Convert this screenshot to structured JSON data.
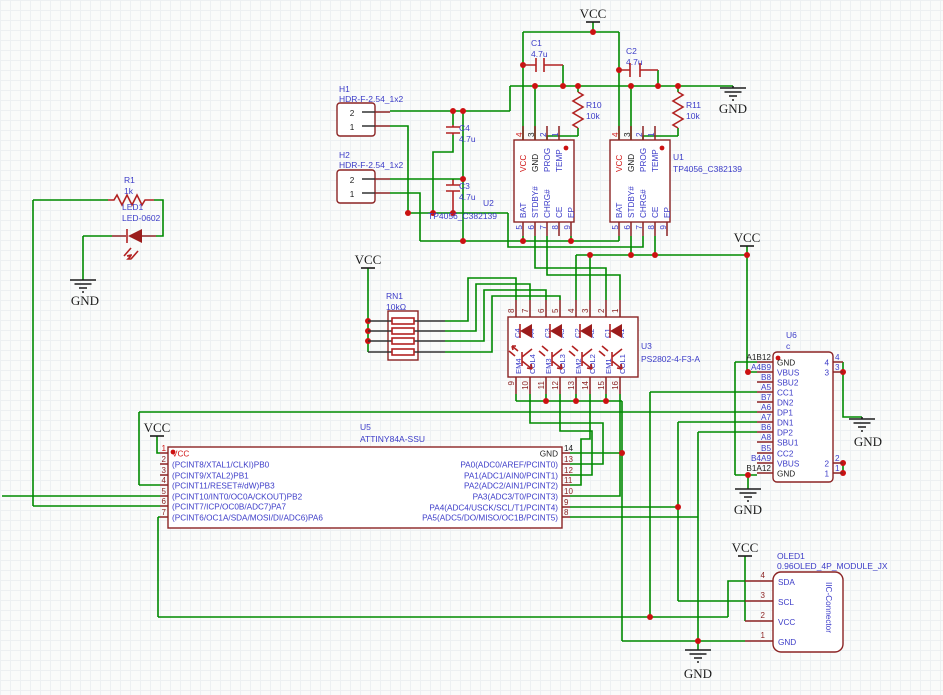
{
  "colors": {
    "wire_green": "#008a00",
    "component_outline": "#8b2323",
    "symbol_red": "#b22222",
    "junction_red": "#cc1111",
    "label_blue": "#3c3cc8",
    "pin_red": "#d01515",
    "net_black": "#1c1c1c"
  },
  "nets": {
    "vcc": "VCC",
    "gnd": "GND"
  },
  "r1": {
    "ref": "R1",
    "value": "1k"
  },
  "led1": {
    "ref": "LED1",
    "value": "LED-0602"
  },
  "h1": {
    "ref": "H1",
    "value": "HDR-F-2.54_1x2",
    "pin2": "2",
    "pin1": "1"
  },
  "h2": {
    "ref": "H2",
    "value": "HDR-F-2.54_1x2",
    "pin2": "2",
    "pin1": "1"
  },
  "c1": {
    "ref": "C1",
    "value": "4.7u"
  },
  "c2": {
    "ref": "C2",
    "value": "4.7u"
  },
  "c3": {
    "ref": "C3",
    "value": "4.7u"
  },
  "c4": {
    "ref": "C4",
    "value": "4.7u"
  },
  "r10": {
    "ref": "R10",
    "value": "10k"
  },
  "r11": {
    "ref": "R11",
    "value": "10k"
  },
  "rn1": {
    "ref": "RN1",
    "value": "10kΩ"
  },
  "u2": {
    "ref": "U2",
    "value": "TP4056_C382139"
  },
  "u1": {
    "ref": "U1",
    "value": "TP4056_C382139"
  },
  "tp_pins": {
    "top": [
      {
        "num": "4",
        "name": "VCC"
      },
      {
        "num": "3",
        "name": "GND"
      },
      {
        "num": "2",
        "name": "PROG"
      },
      {
        "num": "1",
        "name": "TEMP"
      }
    ],
    "bottom": [
      {
        "num": "5",
        "name": "BAT"
      },
      {
        "num": "6",
        "name": "STDBY#"
      },
      {
        "num": "7",
        "name": "CHRG#"
      },
      {
        "num": "8",
        "name": "CE"
      },
      {
        "num": "9",
        "name": "EP"
      }
    ]
  },
  "u3": {
    "ref": "U3",
    "value": "PS2802-4-F3-A",
    "top": [
      {
        "num": "8",
        "name": "C4"
      },
      {
        "num": "7",
        "name": "A4"
      },
      {
        "num": "6",
        "name": "C3"
      },
      {
        "num": "5",
        "name": "A3"
      },
      {
        "num": "4",
        "name": "C2"
      },
      {
        "num": "3",
        "name": "A2"
      },
      {
        "num": "2",
        "name": "C1"
      },
      {
        "num": "1",
        "name": "A1"
      }
    ],
    "bottom": [
      {
        "num": "9",
        "name": "EM4"
      },
      {
        "num": "10",
        "name": "COL4"
      },
      {
        "num": "11",
        "name": "EM3"
      },
      {
        "num": "12",
        "name": "COL3"
      },
      {
        "num": "13",
        "name": "EM2"
      },
      {
        "num": "14",
        "name": "COL2"
      },
      {
        "num": "15",
        "name": "EM1"
      },
      {
        "num": "16",
        "name": "COL1"
      }
    ]
  },
  "u5": {
    "ref": "U5",
    "value": "ATTINY84A-SSU",
    "left": [
      {
        "num": "1",
        "name": "VCC"
      },
      {
        "num": "2",
        "name": "(PCINT8/XTAL1/CLKI)PB0"
      },
      {
        "num": "3",
        "name": "(PCINT9/XTAL2)PB1"
      },
      {
        "num": "4",
        "name": "(PCINT11/RESET#/dW)PB3"
      },
      {
        "num": "5",
        "name": "(PCINT10/INT0/OC0A/CKOUT)PB2"
      },
      {
        "num": "6",
        "name": "(PCINT7/ICP/OC0B/ADC7)PA7"
      },
      {
        "num": "7",
        "name": "(PCINT6/OC1A/SDA/MOSI/DI/ADC6)PA6"
      }
    ],
    "right": [
      {
        "num": "14",
        "name": "GND"
      },
      {
        "num": "13",
        "name": "PA0(ADC0/AREF/PCINT0)"
      },
      {
        "num": "12",
        "name": "PA1(ADC1/AIN0/PCINT1)"
      },
      {
        "num": "11",
        "name": "PA2(ADC2/AIN1/PCINT2)"
      },
      {
        "num": "10",
        "name": "PA3(ADC3/T0/PCINT3)"
      },
      {
        "num": "9",
        "name": "PA4(ADC4/USCK/SCL/T1/PCINT4)"
      },
      {
        "num": "8",
        "name": "PA5(ADC5/DO/MISO/OC1B/PCINT5)"
      }
    ]
  },
  "u6": {
    "ref": "U6",
    "value": "c",
    "left": [
      {
        "num": "A1B12",
        "name": "GND"
      },
      {
        "num": "A4B9",
        "name": "VBUS"
      },
      {
        "num": "B8",
        "name": "SBU2"
      },
      {
        "num": "A5",
        "name": "CC1"
      },
      {
        "num": "B7",
        "name": "DN2"
      },
      {
        "num": "A6",
        "name": "DP1"
      },
      {
        "num": "A7",
        "name": "DN1"
      },
      {
        "num": "B6",
        "name": "DP2"
      },
      {
        "num": "A8",
        "name": "SBU1"
      },
      {
        "num": "B5",
        "name": "CC2"
      },
      {
        "num": "B4A9",
        "name": "VBUS"
      },
      {
        "num": "B1A12",
        "name": "GND"
      }
    ],
    "right": [
      {
        "num": "4"
      },
      {
        "num": "3"
      },
      {
        "num": "2"
      },
      {
        "num": "1"
      }
    ]
  },
  "oled1": {
    "ref": "OLED1",
    "value": "0.96OLED_4P_MODULE_JX",
    "side": "IIC-Connector",
    "pins": [
      {
        "num": "4",
        "name": "SDA"
      },
      {
        "num": "3",
        "name": "SCL"
      },
      {
        "num": "2",
        "name": "VCC"
      },
      {
        "num": "1",
        "name": "GND"
      }
    ]
  }
}
